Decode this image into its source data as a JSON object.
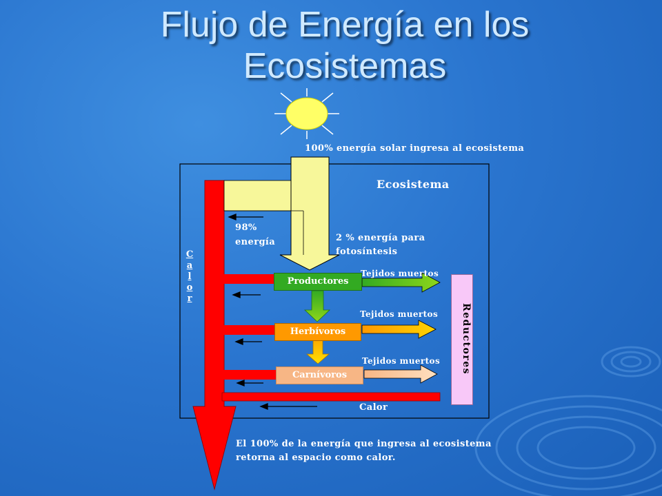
{
  "title": "Flujo de Energía en los Ecosistemas",
  "labels": {
    "solar_input": "100% energía solar ingresa al ecosistema",
    "ecosystem": "Ecosistema",
    "energy_98_line1": "98%",
    "energy_98_line2": "energía",
    "photosynthesis_line1": "2 % energía para",
    "photosynthesis_line2": "fotosíntesis",
    "dead_tissue_1": "Tejidos muertos",
    "dead_tissue_2": "Tejidos muertos",
    "dead_tissue_3": "Tejidos muertos",
    "heat_bottom": "Calor",
    "conclusion_line1": "El 100% de la energía que ingresa al ecosistema",
    "conclusion_line2": "retorna al espacio como calor."
  },
  "nodes": {
    "producers": "Productores",
    "herbivores": "Herbívoros",
    "carnivores": "Carnívoros",
    "decomposers": "Reductores"
  },
  "heat_vertical_letters": [
    "C",
    "a",
    "l",
    "o",
    "r"
  ],
  "colors": {
    "heat_flow": "#ff0000",
    "solar_flow": "#f7f79a",
    "producers": "#33aa22",
    "herbivores": "#ff9900",
    "carnivores": "#f7b685",
    "decomposers": "#f8c8f8",
    "sun": "#ffff66"
  }
}
